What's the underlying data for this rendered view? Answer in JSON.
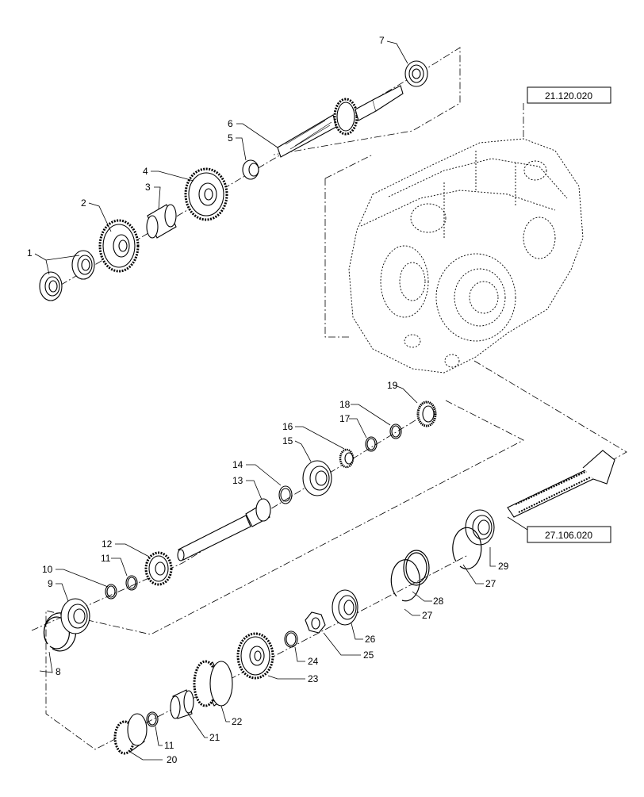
{
  "diagram": {
    "type": "exploded-parts-diagram",
    "reference_boxes": {
      "housing": "21.120.020",
      "pinion_shaft": "27.106.020"
    },
    "callouts": {
      "c1": "1",
      "c2": "2",
      "c3": "3",
      "c4": "4",
      "c5": "5",
      "c6": "6",
      "c7": "7",
      "c8": "8",
      "c9": "9",
      "c10": "10",
      "c11a": "11",
      "c11b": "11",
      "c12": "12",
      "c13": "13",
      "c14": "14",
      "c15": "15",
      "c16": "16",
      "c17": "17",
      "c18": "18",
      "c19": "19",
      "c20": "20",
      "c21": "21",
      "c22": "22",
      "c23": "23",
      "c24": "24",
      "c25": "25",
      "c26": "26",
      "c27a": "27",
      "c27b": "27",
      "c28": "28",
      "c29": "29"
    }
  },
  "colors": {
    "line": "#000000",
    "background": "#ffffff"
  }
}
